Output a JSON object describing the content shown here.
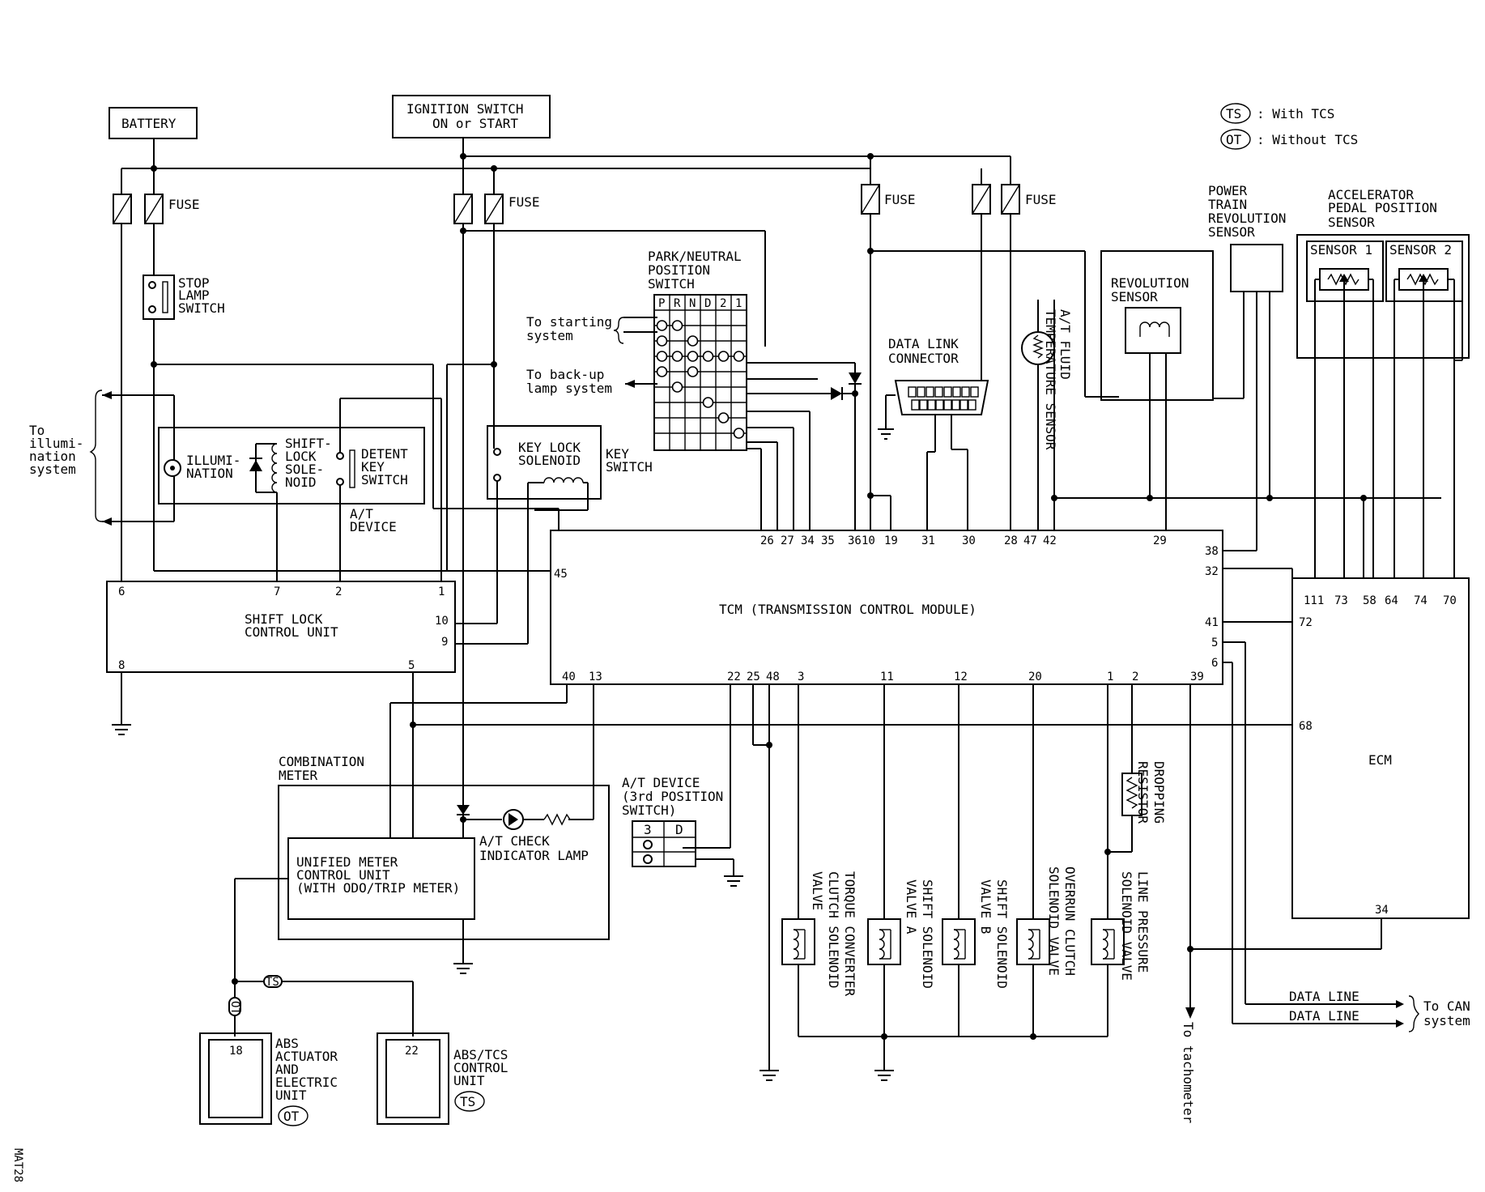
{
  "legend": {
    "ts_code": "TS",
    "ts_text": ": With TCS",
    "ot_code": "OT",
    "ot_text": ": Without TCS"
  },
  "labels": {
    "battery": "BATTERY",
    "ignition": [
      "IGNITION SWITCH",
      "ON or START"
    ],
    "fuse": "FUSE",
    "stop_lamp": [
      "STOP",
      "LAMP",
      "SWITCH"
    ],
    "to_illumination": [
      "To",
      "illumi-",
      "nation",
      "system"
    ],
    "illumination": [
      "ILLUMI-",
      "NATION"
    ],
    "shift_lock_solenoid": [
      "SHIFT-",
      "LOCK",
      "SOLE-",
      "NOID"
    ],
    "detent_key": [
      "DETENT",
      "KEY",
      "SWITCH"
    ],
    "at_device": [
      "A/T",
      "DEVICE"
    ],
    "key_lock": [
      "KEY LOCK",
      "SOLENOID"
    ],
    "key_switch": [
      "KEY",
      "SWITCH"
    ],
    "pnp": [
      "PARK/NEUTRAL",
      "POSITION",
      "SWITCH"
    ],
    "pnp_positions": [
      "P",
      "R",
      "N",
      "D",
      "2",
      "1"
    ],
    "to_starting": [
      "To starting",
      "system"
    ],
    "to_backup": [
      "To back-up",
      "lamp system"
    ],
    "data_link": [
      "DATA LINK",
      "CONNECTOR"
    ],
    "fluid_temp": [
      "A/T FLUID",
      "TEMPERATURE SENSOR"
    ],
    "revolution": [
      "REVOLUTION",
      "SENSOR"
    ],
    "power_train": [
      "POWER",
      "TRAIN",
      "REVOLUTION",
      "SENSOR"
    ],
    "accel": [
      "ACCELERATOR",
      "PEDAL POSITION",
      "SENSOR"
    ],
    "sensor1": "SENSOR 1",
    "sensor2": "SENSOR 2",
    "shift_lock_unit": [
      "SHIFT LOCK",
      "CONTROL UNIT"
    ],
    "tcm": "TCM (TRANSMISSION CONTROL MODULE)",
    "ecm": "ECM",
    "combination_meter": [
      "COMBINATION",
      "METER"
    ],
    "unified_meter": [
      "UNIFIED METER",
      "CONTROL UNIT",
      "(WITH ODO/TRIP METER)"
    ],
    "check_lamp": [
      "A/T CHECK",
      "INDICATOR LAMP"
    ],
    "third_switch": [
      "A/T DEVICE",
      "(3rd POSITION",
      "SWITCH)"
    ],
    "third_cells": [
      "3",
      "D"
    ],
    "dropping": [
      "DROPPING",
      "RESISTOR"
    ],
    "tcc_valve": [
      "TORQUE CONVERTER",
      "CLUTCH SOLENOID",
      "VALVE"
    ],
    "shift_a": [
      "SHIFT SOLENOID",
      "VALVE A"
    ],
    "shift_b": [
      "SHIFT SOLENOID",
      "VALVE B"
    ],
    "overrun": [
      "OVERRUN CLUTCH",
      "SOLENOID VALVE"
    ],
    "line_pressure": [
      "LINE PRESSURE",
      "SOLENOID VALVE"
    ],
    "to_tachometer": "To tachometer",
    "data_line": "DATA LINE",
    "to_can": [
      "To CAN",
      "system"
    ],
    "abs_actuator": [
      "ABS",
      "ACTUATOR",
      "AND",
      "ELECTRIC",
      "UNIT"
    ],
    "abs_tcs": [
      "ABS/TCS",
      "CONTROL",
      "UNIT"
    ],
    "ref_code": "MAT28"
  },
  "terminals": {
    "shift_lock_top": [
      "6",
      "7",
      "2",
      "1"
    ],
    "shift_lock_side": [
      "10",
      "9"
    ],
    "shift_lock_bottom": [
      "8",
      "5"
    ],
    "tcm_top": [
      "26",
      "27",
      "34",
      "35",
      "36",
      "10",
      "19",
      "31",
      "30",
      "28",
      "47",
      "42",
      "29"
    ],
    "tcm_left": "45",
    "tcm_right": [
      "38",
      "32",
      "41",
      "5",
      "6"
    ],
    "tcm_bottom": [
      "40",
      "13",
      "22",
      "25",
      "48",
      "3",
      "11",
      "12",
      "20",
      "1",
      "2",
      "39"
    ],
    "ecm_top": [
      "111",
      "73",
      "58",
      "64",
      "74",
      "70"
    ],
    "ecm_left": [
      "72",
      "68"
    ],
    "ecm_bottom": "34",
    "abs": "18",
    "abs_tcs": "22"
  }
}
